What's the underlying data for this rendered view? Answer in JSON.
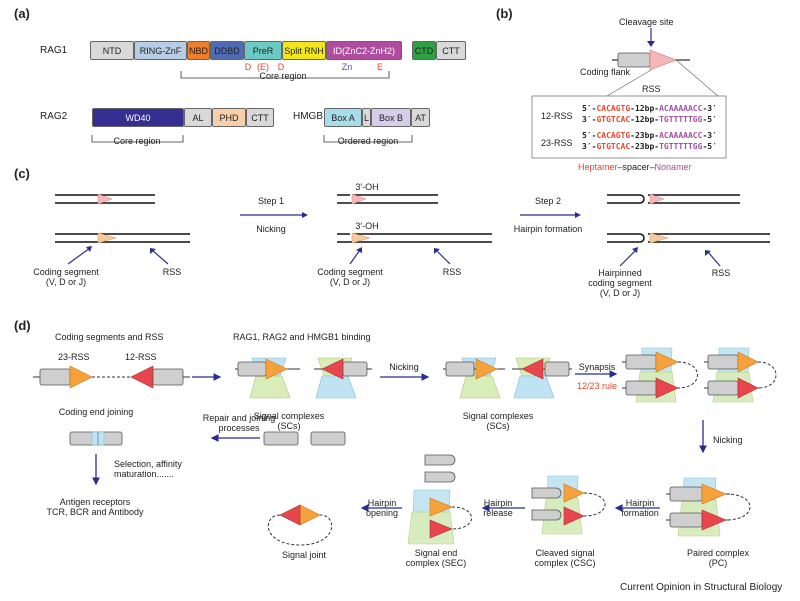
{
  "panels": {
    "a": "(a)",
    "b": "(b)",
    "c": "(c)",
    "d": "(d)"
  },
  "rag1": {
    "name": "RAG1",
    "domains": [
      {
        "label": "NTD",
        "color": "#d9d9d9"
      },
      {
        "label": "RING-ZnF",
        "color": "#b7cde6"
      },
      {
        "label": "NBD",
        "color": "#ee7d2c"
      },
      {
        "label": "DDBD",
        "color": "#4f6bb4"
      },
      {
        "label": "PreR",
        "color": "#6cc9c3"
      },
      {
        "label": "Split RNH",
        "color": "#f3e61c"
      },
      {
        "label": "ID(ZnC2-ZnH2)",
        "color": "#b04c9e"
      },
      {
        "label": "CTD",
        "color": "#2ea043"
      },
      {
        "label": "CTT",
        "color": "#d9d9d9"
      }
    ],
    "residues": [
      "D",
      "(E)",
      "D",
      "Zn",
      "E"
    ],
    "core_label": "Core region"
  },
  "rag2": {
    "name": "RAG2",
    "domains": [
      {
        "label": "WD40",
        "color": "#332e8f"
      },
      {
        "label": "AL",
        "color": "#d9d9d9"
      },
      {
        "label": "PHD",
        "color": "#f8cfa8"
      },
      {
        "label": "CTT",
        "color": "#d9d9d9"
      }
    ],
    "core_label": "Core region"
  },
  "hmgb1": {
    "name": "HMGB1",
    "domains": [
      {
        "label": "Box A",
        "color": "#a7dde8"
      },
      {
        "label": "L",
        "color": "#d9d9d9"
      },
      {
        "label": "Box B",
        "color": "#d6cdea"
      },
      {
        "label": "AT",
        "color": "#d9d9d9"
      }
    ],
    "ordered_label": "Ordered region"
  },
  "panel_b": {
    "cleavage": "Cleavage site",
    "coding_flank": "Coding flank",
    "rss": "RSS",
    "rss12": {
      "label": "12-RSS",
      "top": [
        "5′-",
        "CACAGTG",
        "-12bp-",
        "ACAAAAACC",
        "-3′"
      ],
      "bottom": [
        "3′-",
        "GTGTCAC",
        "-12bp-",
        "TGTTTTTGG",
        "-5′"
      ]
    },
    "rss23": {
      "label": "23-RSS",
      "top": [
        "5′-",
        "CACAGTG",
        "-23bp-",
        "ACAAAAACC",
        "-3′"
      ],
      "bottom": [
        "3′-",
        "GTGTCAC",
        "-23bp-",
        "TGTTTTTGG",
        "-5′"
      ]
    },
    "legend": {
      "heptamer": "Heptamer",
      "spacer": "–spacer–",
      "nonamer": "Nonamer"
    }
  },
  "panel_c": {
    "step1": "Step 1",
    "nicking": "Nicking",
    "step2": "Step 2",
    "hairpin_formation": "Hairpin formation",
    "oh_top": "3′-OH",
    "oh_bottom": "3′-OH",
    "coding_segment_1": "Coding segment",
    "coding_segment_1b": "(V, D or J)",
    "coding_segment_2": "Coding segment",
    "coding_segment_2b": "(V, D or J)",
    "hairpinned_1": "Hairpinned",
    "hairpinned_2": "coding segment",
    "hairpinned_3": "(V, D or J)",
    "rss_1": "RSS",
    "rss_2": "RSS",
    "rss_3": "RSS"
  },
  "panel_d": {
    "coding_rss": "Coding segments and RSS",
    "rss23": "23-RSS",
    "rss12": "12-RSS",
    "binding": "RAG1, RAG2 and HMGB1 binding",
    "nicking_1": "Nicking",
    "synapsis": "Synapsis",
    "rule": "12/23 rule",
    "sc_1a": "Signal complexes",
    "sc_1b": "(SCs)",
    "sc_2a": "Signal complexes",
    "sc_2b": "(SCs)",
    "nicking_2": "Nicking",
    "hairpin_formation_a": "Hairpin",
    "hairpin_formation_b": "formation",
    "paired_a": "Paired complex",
    "paired_b": "(PC)",
    "hairpin_release_a": "Hairpin",
    "hairpin_release_b": "release",
    "csc_a": "Cleaved signal",
    "csc_b": "complex (CSC)",
    "hairpin_opening_a": "Hairpin",
    "hairpin_opening_b": "opening",
    "sec_a": "Signal end",
    "sec_b": "complex (SEC)",
    "signal_joint": "Signal joint",
    "repair_a": "Repair and joining",
    "repair_b": "processes",
    "coding_end_joining": "Coding end joining",
    "selection_a": "Selection, affinity",
    "selection_b": "maturation.......",
    "antigen_a": "Antigen receptors",
    "antigen_b": "TCR, BCR and Antibody"
  },
  "footer": "Current Opinion in Structural Biology",
  "colors": {
    "orange_rss": "#f5a23c",
    "red_rss": "#e8454d",
    "heptamer": "#e8462a",
    "nonamer": "#a44ea1",
    "arrow": "#2b2d8e",
    "synapsis_red": "#e8462a",
    "rag_blue": "#bfe3f2",
    "rag_green": "#d9edb9"
  }
}
